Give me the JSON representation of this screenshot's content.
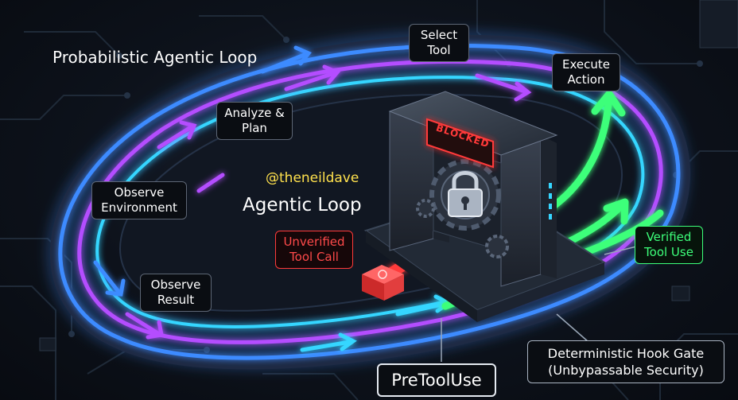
{
  "title": "Probabilistic Agentic Loop",
  "watermark": "@theneildave",
  "center_label": "Agentic Loop",
  "steps": {
    "select_tool": "Select\nTool",
    "execute_action": "Execute\nAction",
    "analyze_plan": "Analyze &\nPlan",
    "observe_environment": "Observe\nEnvironment",
    "observe_result": "Observe\nResult"
  },
  "gate": {
    "sign": "BLOCKED",
    "name": "Deterministic Hook Gate\n(Unbypassable Security)",
    "hook": "PreToolUse"
  },
  "paths": {
    "unverified": "Unverified\nTool Call",
    "verified": "Verified\nTool Use"
  },
  "colors": {
    "blue": "#3d8bff",
    "purple": "#b44dff",
    "cyan": "#35d6ff",
    "green": "#3dff7a",
    "red": "#ff3a3a",
    "watermark": "#ffe14d"
  }
}
